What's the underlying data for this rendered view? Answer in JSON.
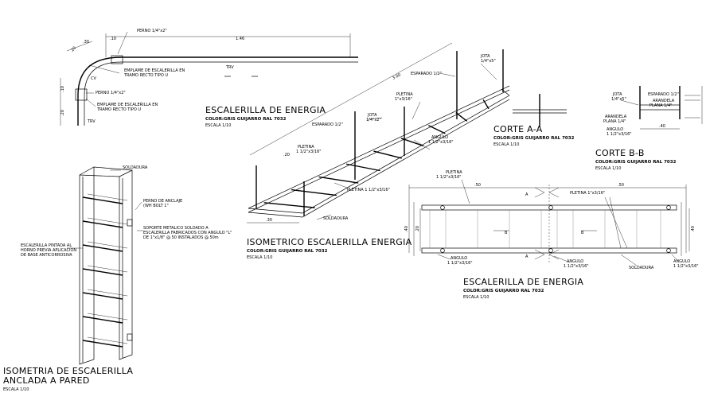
{
  "curve": {
    "perno_top": "PERNO 1/4\"x2\"",
    "dim_10": ".10",
    "dim_146": "1.46",
    "dim_20_diag": ".20",
    "dim_10_left": ".10",
    "dim_20_left": ".20",
    "dim_30": ".30",
    "empalme1_a": "EMPLAME DE ESCALERILLA EN",
    "empalme1_b": "TRAMO RECTO TIPO U",
    "perno_mid": "PERNO 1/4\"x2\"",
    "empalme2_a": "EMPLAME DE ESCALERILLA EN",
    "empalme2_b": "TRAMO RECTO TIPO U",
    "trv_top": "TRV",
    "trv_bottom": "TRV",
    "cv": "CV"
  },
  "iso_energia": {
    "title": "ESCALERILLA DE ENERGIA",
    "color": "COLOR:GRIS GUIJARRO RAL 7032",
    "scale": "ESCALA 1/10",
    "dim_top": "3.00",
    "dim_left": ".20",
    "espaciado1": "ESPARADO 1/2\"",
    "jota1_a": "JOTA",
    "jota1_b": "1/4\"x5\"",
    "pletina_top_a": "PLETINA",
    "pletina_top_b": "1\"x3/16\"",
    "espaciado2": "ESPARADO 1/2\"",
    "jota2_a": "JOTA",
    "jota2_b": "1/4\"x2\"",
    "angulo_a": "ANGULO",
    "angulo_b": "1 1/2\"x3/16\"",
    "pletina_left_a": "PLETINA",
    "pletina_left_b": "1 1/2\"x3/16\"",
    "pletina_bot": "PLETINA 1 1/2\"x3/16\"",
    "dim_bottom": ".30",
    "soldadura": "SOLDADURA"
  },
  "iso_label": {
    "title": "ISOMETRICO ESCALERILLA ENERGIA",
    "color": "COLOR:GRIS GUIJARRO RAL 7032",
    "scale": "ESCALA 1/10"
  },
  "corte_aa": {
    "title": "CORTE A-A",
    "color": "COLOR:GRIS GUIJARRO RAL 7032",
    "scale": "ESCALA 1/10"
  },
  "corte_bb": {
    "title": "CORTE B-B",
    "color": "COLOR:GRIS GUIJARRO RAL 7032",
    "scale": "ESCALA 1/10",
    "jota_a": "JOTA",
    "jota_b": "1/4\"x5\"",
    "espaciado": "ESPARADO 1/2\"",
    "arandela_a": "ARANDELA",
    "arandela_b": "PLANA 1/4\"",
    "arandela2_a": "ARANDELA",
    "arandela2_b": "PLANA 1/4\"",
    "angulo_a": "ANGULO",
    "angulo_b": "1 1/2\"x3/16\"",
    "dim": ".40"
  },
  "plan": {
    "title": "ESCALERILLA DE ENERGIA",
    "color": "COLOR:GRIS GUIJARRO RAL 7032",
    "scale": "ESCALA 1/10",
    "pletina_a": "PLETINA",
    "pletina_b": "1 1/2\"x3/16\"",
    "pletina_right": "PLETINA 1\"x3/16\"",
    "dim_left": ".50",
    "dim_right": ".50",
    "dim_40_l": ".40",
    "dim_40_r": ".40",
    "dim_20": ".20",
    "section_a": "A",
    "section_b": "B",
    "angulo1_a": "ANGULO",
    "angulo1_b": "1 1/2\"x3/16\"",
    "angulo2_a": "ANGULO",
    "angulo2_b": "1 1/2\"x3/16\"",
    "soldadura": "SOLDADURA",
    "angulo3_a": "ANGULO",
    "angulo3_b": "1 1/2\"x3/16\""
  },
  "wall": {
    "title_1": "ISOMETRIA DE ESCALERILLA",
    "title_2": "ANCLADA A PARED",
    "scale": "ESCALA 1/10",
    "soldadura": "SOLDADURA",
    "perno_a": "PERNO DE ANCLAJE",
    "perno_b": "(WH BOLT 1\"",
    "soporte_a": "SOPORTE METALICO SOLDADO A",
    "soporte_b": "ESCALERILLA FABRICADOS CON ANGULO \"L\"",
    "soporte_c": "DE 1\"x1/8\" @.50 INSTALADOS @.50m",
    "pintada_a": "ESCALERILLA PINTADA AL",
    "pintada_b": "HORNO PREVIA APLICACION",
    "pintada_c": "DE BASE ANTICORROSIVA"
  }
}
